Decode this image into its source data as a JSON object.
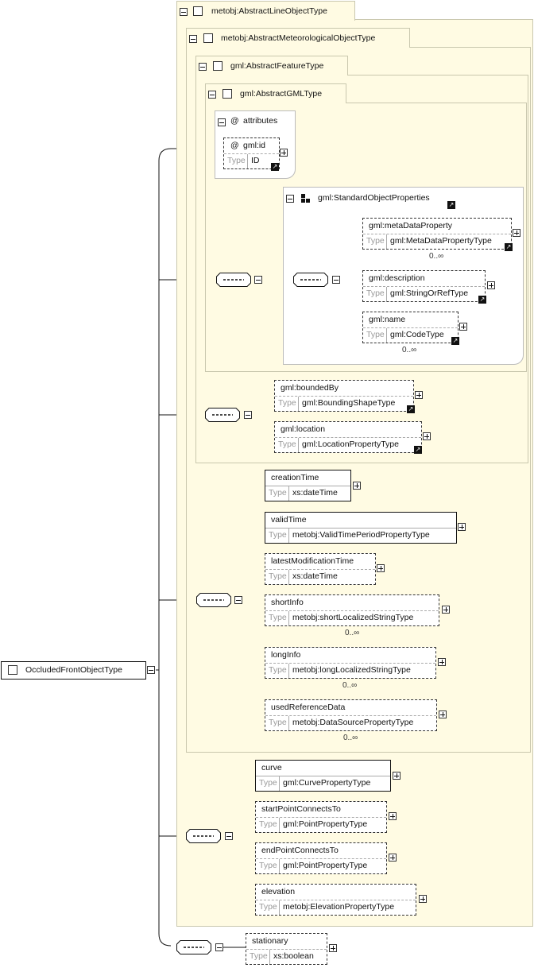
{
  "root": {
    "name": "OccludedFrontObjectType"
  },
  "zones": {
    "line": "metobj:AbstractLineObjectType",
    "met": "metobj:AbstractMeteorologicalObjectType",
    "feature": "gml:AbstractFeatureType",
    "gml": "gml:AbstractGMLType",
    "attributes": "attributes",
    "stdprops": "gml:StandardObjectProperties"
  },
  "type_label": "Type",
  "elements": {
    "gml_id": {
      "name": "gml:id",
      "type": "ID"
    },
    "metaDataProperty": {
      "name": "gml:metaDataProperty",
      "type": "gml:MetaDataPropertyType",
      "card": "0..∞"
    },
    "description": {
      "name": "gml:description",
      "type": "gml:StringOrRefType"
    },
    "gml_name": {
      "name": "gml:name",
      "type": "gml:CodeType",
      "card": "0..∞"
    },
    "boundedBy": {
      "name": "gml:boundedBy",
      "type": "gml:BoundingShapeType"
    },
    "location": {
      "name": "gml:location",
      "type": "gml:LocationPropertyType"
    },
    "creationTime": {
      "name": "creationTime",
      "type": "xs:dateTime"
    },
    "validTime": {
      "name": "validTime",
      "type": "metobj:ValidTimePeriodPropertyType"
    },
    "latestModificationTime": {
      "name": "latestModificationTime",
      "type": "xs:dateTime"
    },
    "shortInfo": {
      "name": "shortInfo",
      "type": "metobj:shortLocalizedStringType",
      "card": "0..∞"
    },
    "longInfo": {
      "name": "longInfo",
      "type": "metobj:longLocalizedStringType",
      "card": "0..∞"
    },
    "usedReferenceData": {
      "name": "usedReferenceData",
      "type": "metobj:DataSourcePropertyType",
      "card": "0..∞"
    },
    "curve": {
      "name": "curve",
      "type": "gml:CurvePropertyType"
    },
    "startPointConnectsTo": {
      "name": "startPointConnectsTo",
      "type": "gml:PointPropertyType"
    },
    "endPointConnectsTo": {
      "name": "endPointConnectsTo",
      "type": "gml:PointPropertyType"
    },
    "elevation": {
      "name": "elevation",
      "type": "metobj:ElevationPropertyType"
    },
    "stationary": {
      "name": "stationary",
      "type": "xs:boolean"
    }
  }
}
